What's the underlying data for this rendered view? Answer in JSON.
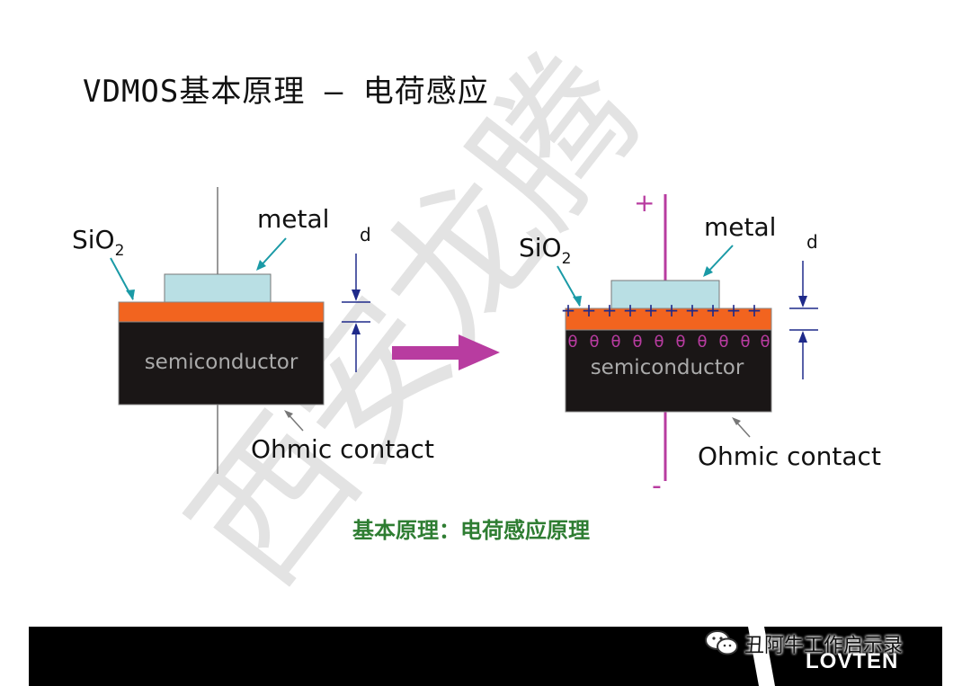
{
  "title": "VDMOS基本原理 — 电荷感应",
  "subtitle": "基本原理：电荷感应原理",
  "left_diagram": {
    "oxide_label_main": "SiO",
    "oxide_label_sub": "2",
    "metal_label": "metal",
    "semiconductor_label": "semiconductor",
    "contact_label": "Ohmic contact",
    "thickness_label": "d"
  },
  "right_diagram": {
    "oxide_label_main": "SiO",
    "oxide_label_sub": "2",
    "metal_label": "metal",
    "semiconductor_label": "semiconductor",
    "contact_label": "Ohmic contact",
    "thickness_label": "d",
    "positive_terminal": "+",
    "negative_terminal": "-",
    "positive_charge": "+",
    "negative_charge": "θ"
  },
  "watermark": "西安龙腾",
  "footer": {
    "account": "丑阿牛工作启示录",
    "logo": "LOVTEN"
  },
  "colors": {
    "metal": "#b9dfe4",
    "oxide": "#f2641f",
    "semiconductor": "#1a1616",
    "arrow": "#b83ca0",
    "dimension": "#1f2a8a",
    "leader": "#1a9aa6",
    "subtitle": "#2e7d32"
  }
}
